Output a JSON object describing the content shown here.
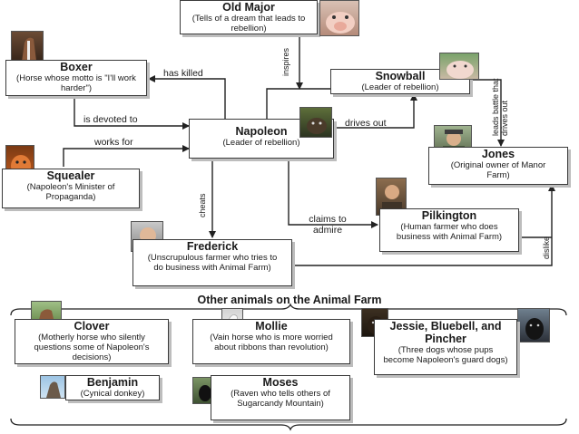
{
  "characters": {
    "old_major": {
      "name": "Old Major",
      "desc": "(Tells of a dream that leads to rebellion)"
    },
    "boxer": {
      "name": "Boxer",
      "desc": "(Horse whose motto is \"I'll work harder\")"
    },
    "snowball": {
      "name": "Snowball",
      "desc": "(Leader of rebellion)"
    },
    "napoleon": {
      "name": "Napoleon",
      "desc": "(Leader of rebellion)"
    },
    "jones": {
      "name": "Jones",
      "desc": "(Original owner of Manor Farm)"
    },
    "squealer": {
      "name": "Squealer",
      "desc": "(Napoleon's Minister of Propaganda)"
    },
    "pilkington": {
      "name": "Pilkington",
      "desc": "(Human farmer who does business with Animal Farm)"
    },
    "frederick": {
      "name": "Frederick",
      "desc": "(Unscrupulous farmer who tries to do business with Animal Farm)"
    }
  },
  "relations": {
    "has_killed": "has killed",
    "inspires": "inspires",
    "is_devoted_to": "is devoted to",
    "drives_out": "drives out",
    "leads_battle_that_drives_out": "leads battle that drives out",
    "works_for": "works for",
    "cheats": "cheats",
    "claims_to_admire": "claims to admire",
    "dislike": "dislike"
  },
  "other_animals": {
    "title": "Other animals on the Animal Farm",
    "clover": {
      "name": "Clover",
      "desc": "(Motherly horse who silently questions some of Napoleon's decisions)"
    },
    "mollie": {
      "name": "Mollie",
      "desc": "(Vain horse who is more worried about ribbons than revolution)"
    },
    "dogs": {
      "name": "Jessie, Bluebell, and Pincher",
      "desc": "(Three dogs whose pups become Napoleon's guard dogs)"
    },
    "benjamin": {
      "name": "Benjamin",
      "desc": "(Cynical donkey)"
    },
    "moses": {
      "name": "Moses",
      "desc": "(Raven who tells others of Sugarcandy Mountain)"
    }
  }
}
